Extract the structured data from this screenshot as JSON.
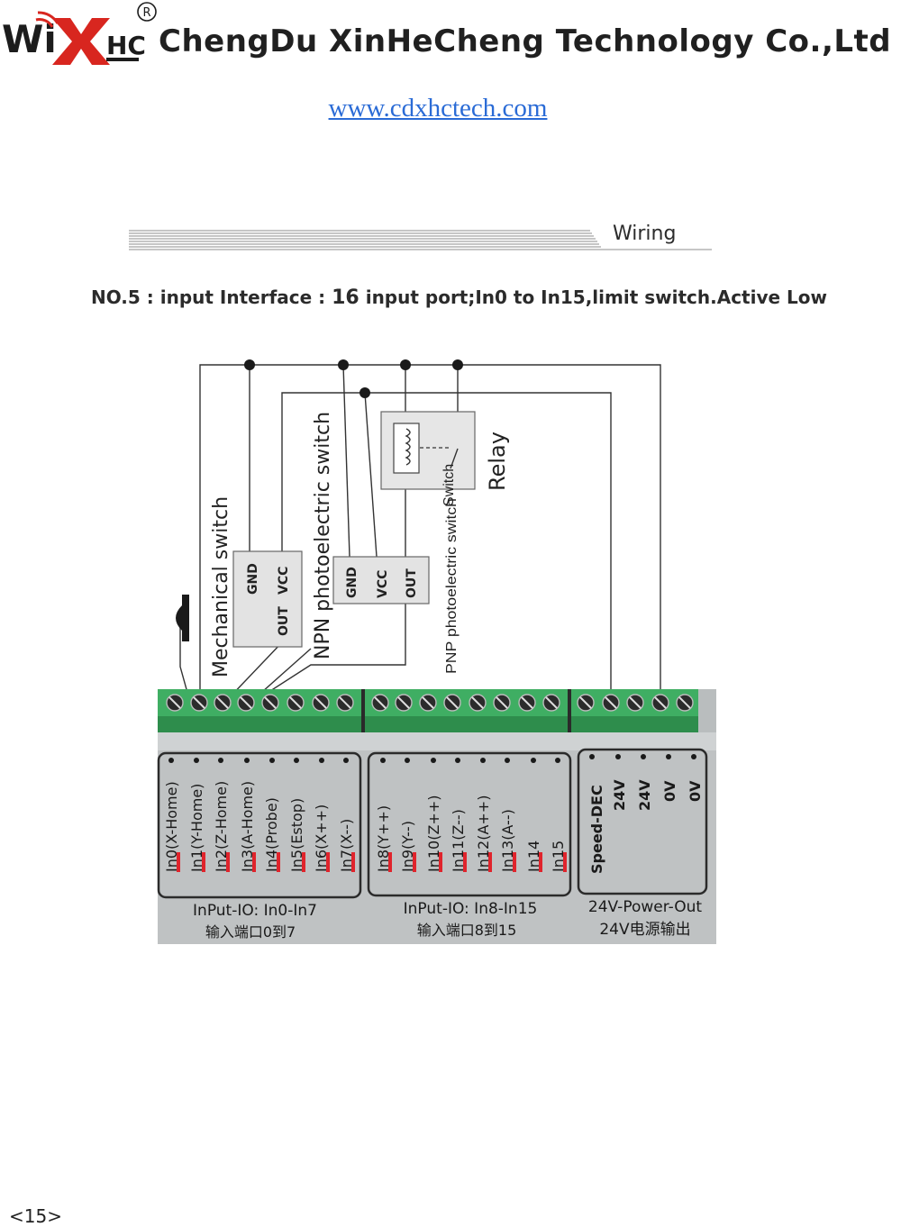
{
  "header": {
    "logo_text": "WiXHC",
    "registered_mark": "®",
    "company": "ChengDu XinHeCheng Technology Co.,Ltd",
    "url": "www.cdxhctech.com"
  },
  "section": {
    "title": "Wiring"
  },
  "heading": {
    "prefix": "NO.5 :",
    "text_a": " input  Interface : ",
    "count": "16",
    "text_b": " input port;In0 to In15,limit switch.Active Low"
  },
  "diagram": {
    "mechanical_label": "Mechanical switch",
    "npn_label": "NPN photoelectric switch",
    "npn_pins": [
      "GND",
      "VCC",
      "OUT"
    ],
    "pnp_label": "PNP photoelectric switch",
    "pnp_pins": [
      "GND",
      "VCC",
      "OUT"
    ],
    "switch_label": "Switch",
    "relay_label": "Relay",
    "group1_ports": [
      "In0(X-Home)",
      "In1(Y-Home)",
      "In2(Z-Home)",
      "In3(A-Home)",
      "In4(Probe)",
      "In5(Estop)",
      "In6(X++)",
      "In7(X--)"
    ],
    "group2_ports": [
      "In8(Y++)",
      "In9(Y--)",
      "In10(Z++)",
      "In11(Z--)",
      "In12(A++)",
      "In13(A--)",
      "In14",
      "In15"
    ],
    "group3_ports": [
      "Speed-DEC",
      "24V",
      "24V",
      "0V",
      "0V"
    ],
    "group1_title": "InPut-IO: In0-In7",
    "group1_subtitle": "输入端口0到7",
    "group2_title": "InPut-IO: In8-In15",
    "group2_subtitle": "输入端口8到15",
    "group3_title": "24V-Power-Out",
    "group3_subtitle": "24V电源输出"
  },
  "footer": {
    "page": "<15>"
  },
  "colors": {
    "logo_red": "#d8261f",
    "terminal_green": "#3fae63",
    "housing_gray": "#bfc2c3",
    "link_blue": "#2a6bd6",
    "port_marker_red": "#e0242c"
  }
}
